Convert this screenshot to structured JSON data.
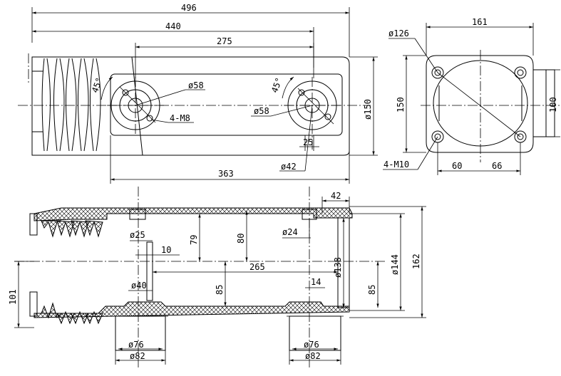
{
  "top_view": {
    "overall_length": "496",
    "shed_to_end": "440",
    "hole_spacing": "275",
    "center_to_end": "363",
    "height": "ø150",
    "left_boss_dia": "ø58",
    "right_boss_dia": "ø58",
    "bolts": "4-M8",
    "angle_left": "45°",
    "angle_right": "45°",
    "offset": "25",
    "bore": "ø42"
  },
  "end_view": {
    "width": "161",
    "bolt_circle": "ø126",
    "height": "150",
    "inner_height": "100",
    "bolts": "4-M10",
    "offset_left": "60",
    "offset_right": "66"
  },
  "section_view": {
    "flange_width": "42",
    "left_hole": "ø25",
    "right_hole": "ø24",
    "depth_79": "79",
    "depth_80": "80",
    "spacing_10": "10",
    "inner_length": "265",
    "inner_dia": "ø138",
    "flange_dia": "ø144",
    "outer_height": "162",
    "hole_40": "ø40",
    "height_85_left": "85",
    "height_85_right": "85",
    "gap_14": "14",
    "left_height": "101",
    "left_boss_inner": "ø76",
    "left_boss_outer": "ø82",
    "right_boss_inner": "ø76",
    "right_boss_outer": "ø82"
  }
}
